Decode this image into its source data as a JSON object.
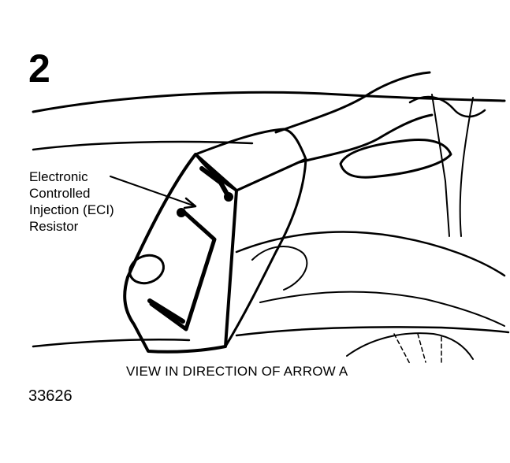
{
  "step_number": "2",
  "callout": {
    "lines": [
      "Electronic",
      "Controlled",
      "Injection (ECI)",
      "Resistor"
    ]
  },
  "caption": "VIEW IN DIRECTION OF ARROW A",
  "figure_id": "33626",
  "colors": {
    "ink": "#000000",
    "paper": "#ffffff"
  }
}
